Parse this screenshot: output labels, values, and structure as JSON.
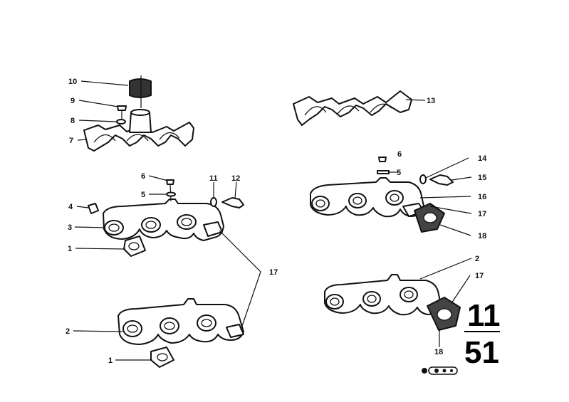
{
  "diagram": {
    "callouts": {
      "c10": "10",
      "c9": "9",
      "c8": "8",
      "c7": "7",
      "c13": "13",
      "c6a": "6",
      "c5a": "5",
      "c11": "11",
      "c12": "12",
      "c4": "4",
      "c3": "3",
      "c1a": "1",
      "c6b": "6",
      "c5b": "5",
      "c14": "14",
      "c15": "15",
      "c16": "16",
      "c17a": "17",
      "c18a": "18",
      "c17b": "17",
      "c2a": "2",
      "c2b": "2",
      "c17c": "17",
      "c18b": "18",
      "c1b": "1"
    },
    "group_code": {
      "top": "11",
      "bottom": "51"
    },
    "icons": {
      "footer_symbol": "engine-symbol-icon"
    }
  }
}
